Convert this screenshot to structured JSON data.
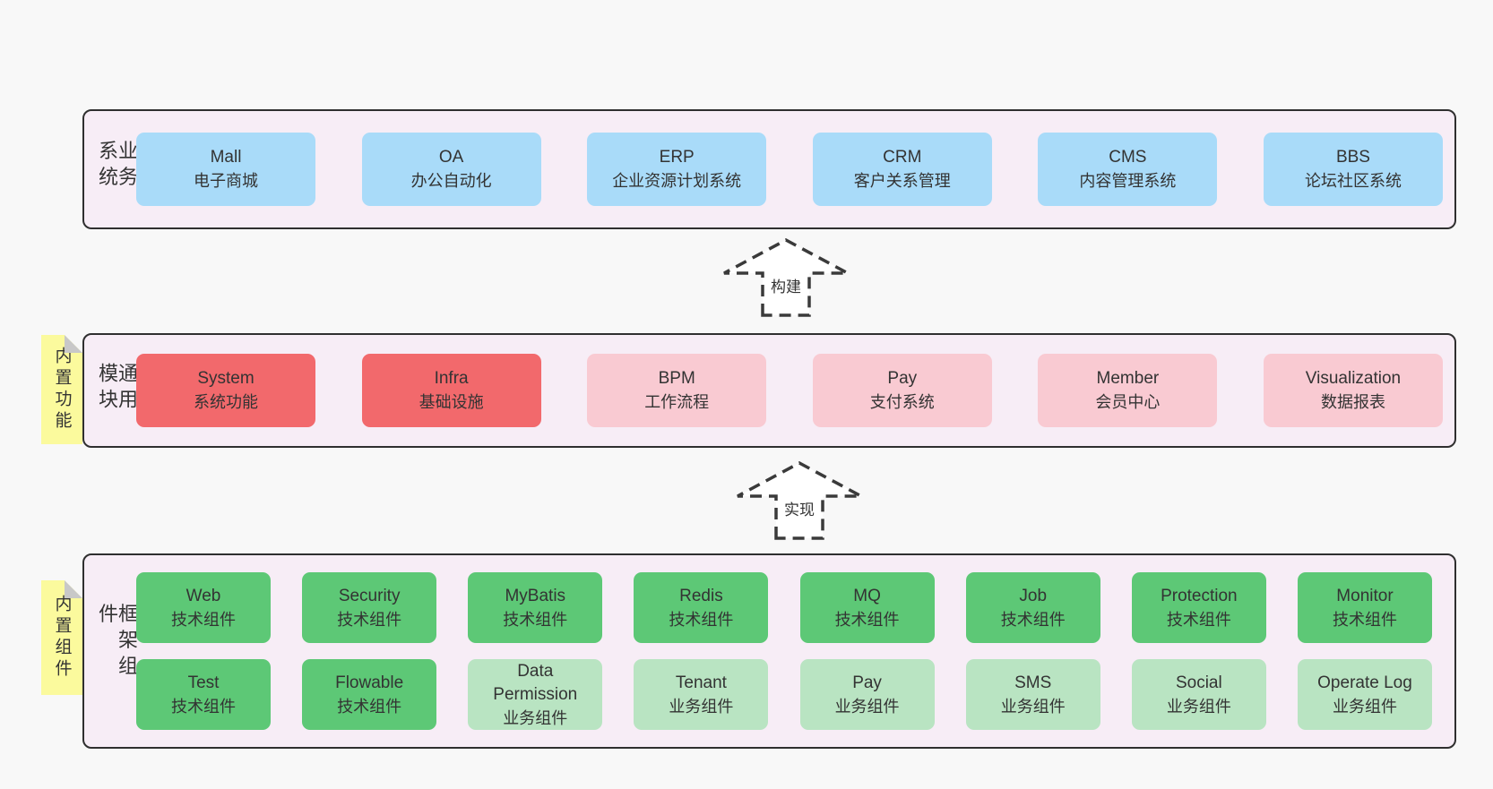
{
  "colors": {
    "page_bg": "#f8f8f8",
    "band_bg": "#f7edf6",
    "band_border": "#2f2f2f",
    "box_blue": "#a9dbf9",
    "box_red": "#f2696c",
    "box_pink": "#f9cad2",
    "box_green": "#5dc876",
    "box_green_light": "#b9e4c2",
    "note_yellow": "#fbfa9d",
    "note_fold": "#c8c8c8",
    "text": "#333333",
    "arrow_stroke": "#3a3a3a",
    "arrow_fill": "#ffffff"
  },
  "arrows": [
    {
      "label": "构建"
    },
    {
      "label": "实现"
    }
  ],
  "layers": [
    {
      "side_label": "业务系统",
      "note": null,
      "rows": [
        [
          {
            "title": "Mall",
            "subtitle": "电子商城",
            "variant": "blue"
          },
          {
            "title": "OA",
            "subtitle": "办公自动化",
            "variant": "blue"
          },
          {
            "title": "ERP",
            "subtitle": "企业资源计划系统",
            "variant": "blue"
          },
          {
            "title": "CRM",
            "subtitle": "客户关系管理",
            "variant": "blue"
          },
          {
            "title": "CMS",
            "subtitle": "内容管理系统",
            "variant": "blue"
          },
          {
            "title": "BBS",
            "subtitle": "论坛社区系统",
            "variant": "blue"
          }
        ]
      ]
    },
    {
      "side_label": "通用模块",
      "note": "内置功能",
      "rows": [
        [
          {
            "title": "System",
            "subtitle": "系统功能",
            "variant": "red"
          },
          {
            "title": "Infra",
            "subtitle": "基础设施",
            "variant": "red"
          },
          {
            "title": "BPM",
            "subtitle": "工作流程",
            "variant": "pink"
          },
          {
            "title": "Pay",
            "subtitle": "支付系统",
            "variant": "pink"
          },
          {
            "title": "Member",
            "subtitle": "会员中心",
            "variant": "pink"
          },
          {
            "title": "Visualization",
            "subtitle": "数据报表",
            "variant": "pink"
          }
        ]
      ]
    },
    {
      "side_label": "框架组件",
      "note": "内置组件",
      "rows": [
        [
          {
            "title": "Web",
            "subtitle": "技术组件",
            "variant": "green"
          },
          {
            "title": "Security",
            "subtitle": "技术组件",
            "variant": "green"
          },
          {
            "title": "MyBatis",
            "subtitle": "技术组件",
            "variant": "green"
          },
          {
            "title": "Redis",
            "subtitle": "技术组件",
            "variant": "green"
          },
          {
            "title": "MQ",
            "subtitle": "技术组件",
            "variant": "green"
          },
          {
            "title": "Job",
            "subtitle": "技术组件",
            "variant": "green"
          },
          {
            "title": "Protection",
            "subtitle": "技术组件",
            "variant": "green"
          },
          {
            "title": "Monitor",
            "subtitle": "技术组件",
            "variant": "green"
          }
        ],
        [
          {
            "title": "Test",
            "subtitle": "技术组件",
            "variant": "green"
          },
          {
            "title": "Flowable",
            "subtitle": "技术组件",
            "variant": "green"
          },
          {
            "title": "Data Permission",
            "subtitle": "业务组件",
            "variant": "green-light"
          },
          {
            "title": "Tenant",
            "subtitle": "业务组件",
            "variant": "green-light"
          },
          {
            "title": "Pay",
            "subtitle": "业务组件",
            "variant": "green-light"
          },
          {
            "title": "SMS",
            "subtitle": "业务组件",
            "variant": "green-light"
          },
          {
            "title": "Social",
            "subtitle": "业务组件",
            "variant": "green-light"
          },
          {
            "title": "Operate Log",
            "subtitle": "业务组件",
            "variant": "green-light"
          }
        ]
      ]
    }
  ]
}
